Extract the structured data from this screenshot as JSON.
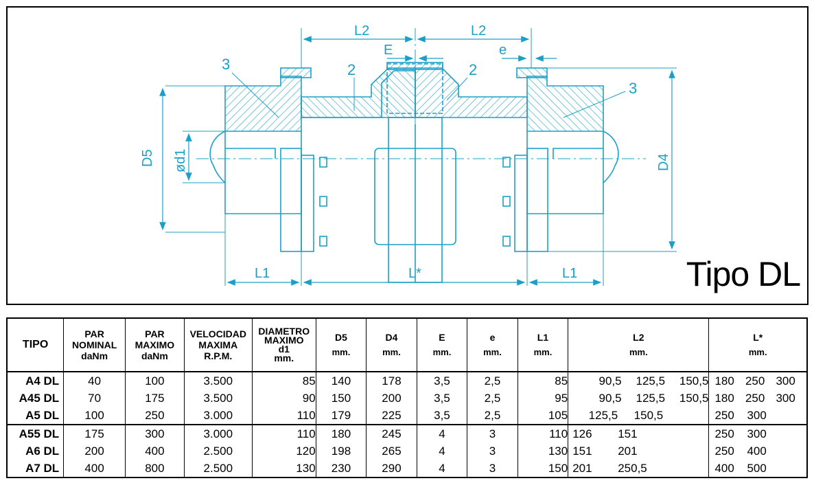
{
  "drawing": {
    "title": "Tipo DL",
    "dimension_labels": {
      "l2_left": "L2",
      "l2_right": "L2",
      "e_upper": "E",
      "e_lower": "e",
      "d5": "D5",
      "d1": "ød1",
      "d4": "D4",
      "l1_left": "L1",
      "l_star": "L*",
      "l1_right": "L1",
      "part_3_left": "3",
      "part_2_left": "2",
      "part_2_right": "2",
      "part_3_right": "3"
    },
    "colors": {
      "line": "#1aa0c8",
      "hatch": "#1aa0c8"
    }
  },
  "table": {
    "headers": {
      "tipo": "TIPO",
      "par_nominal": [
        "PAR",
        "NOMINAL",
        "daNm"
      ],
      "par_maximo": [
        "PAR",
        "MAXIMO",
        "daNm"
      ],
      "velocidad": [
        "VELOCIDAD",
        "MAXIMA",
        "R.P.M."
      ],
      "diametro": [
        "DIAMETRO",
        "MAXIMO",
        "d1",
        "mm."
      ],
      "d5": [
        "D5",
        "mm."
      ],
      "d4": [
        "D4",
        "mm."
      ],
      "e_upper": [
        "E",
        "mm."
      ],
      "e_lower": [
        "e",
        "mm."
      ],
      "l1": [
        "L1",
        "mm."
      ],
      "l2": [
        "L2",
        "mm."
      ],
      "lstar": [
        "L*",
        "mm."
      ]
    },
    "rows": [
      {
        "tipo": "A4 DL",
        "par_nominal": "40",
        "par_maximo": "100",
        "velocidad": "3.500",
        "diametro": "85",
        "d5": "140",
        "d4": "178",
        "E": "3,5",
        "e": "2,5",
        "l1": "85",
        "l2": [
          "90,5",
          "125,5",
          "150,5"
        ],
        "lstar": [
          "180",
          "250",
          "300"
        ]
      },
      {
        "tipo": "A45 DL",
        "par_nominal": "70",
        "par_maximo": "175",
        "velocidad": "3.500",
        "diametro": "90",
        "d5": "150",
        "d4": "200",
        "E": "3,5",
        "e": "2,5",
        "l1": "95",
        "l2": [
          "90,5",
          "125,5",
          "150,5"
        ],
        "lstar": [
          "180",
          "250",
          "300"
        ]
      },
      {
        "tipo": "A5 DL",
        "par_nominal": "100",
        "par_maximo": "250",
        "velocidad": "3.000",
        "diametro": "110",
        "d5": "179",
        "d4": "225",
        "E": "3,5",
        "e": "2,5",
        "l1": "105",
        "l2": [
          "125,5",
          "150,5"
        ],
        "lstar": [
          "250",
          "300"
        ]
      },
      {
        "tipo": "A55 DL",
        "par_nominal": "175",
        "par_maximo": "300",
        "velocidad": "3.000",
        "diametro": "110",
        "d5": "180",
        "d4": "245",
        "E": "4",
        "e": "3",
        "l1": "110",
        "l2": [
          "126",
          "151"
        ],
        "lstar": [
          "250",
          "300"
        ]
      },
      {
        "tipo": "A6 DL",
        "par_nominal": "200",
        "par_maximo": "400",
        "velocidad": "2.500",
        "diametro": "120",
        "d5": "198",
        "d4": "265",
        "E": "4",
        "e": "3",
        "l1": "130",
        "l2": [
          "151",
          "201"
        ],
        "lstar": [
          "250",
          "400"
        ]
      },
      {
        "tipo": "A7 DL",
        "par_nominal": "400",
        "par_maximo": "800",
        "velocidad": "2.500",
        "diametro": "130",
        "d5": "230",
        "d4": "290",
        "E": "4",
        "e": "3",
        "l1": "150",
        "l2": [
          "201",
          "250,5"
        ],
        "lstar": [
          "400",
          "500"
        ]
      }
    ]
  }
}
